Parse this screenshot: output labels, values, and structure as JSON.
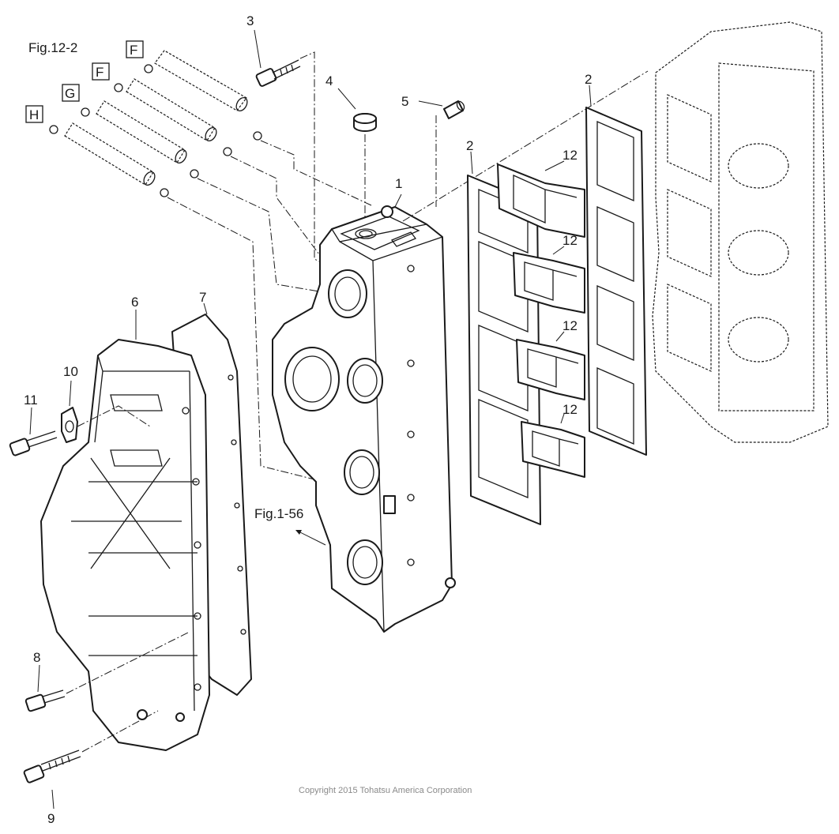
{
  "figure": {
    "ref_fig_12_2": "Fig.12-2",
    "ref_fig_1_56": "Fig.1-56",
    "copyright": "Copyright 2015 Tohatsu America Corporation"
  },
  "hose_refs": [
    "F",
    "F",
    "G",
    "H"
  ],
  "callouts": {
    "c1": "1",
    "c2a": "2",
    "c2b": "2",
    "c3": "3",
    "c4": "4",
    "c5": "5",
    "c6": "6",
    "c7": "7",
    "c8": "8",
    "c9": "9",
    "c10": "10",
    "c11": "11",
    "c12a": "12",
    "c12b": "12",
    "c12c": "12",
    "c12d": "12"
  }
}
